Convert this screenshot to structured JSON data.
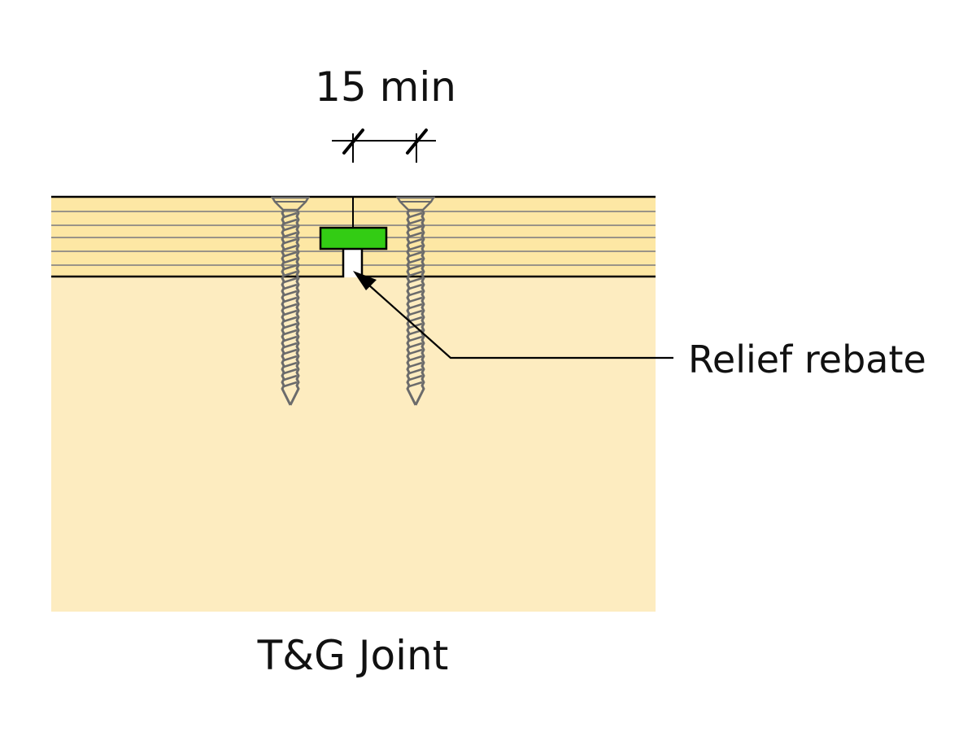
{
  "diagram": {
    "caption": "T&G Joint",
    "dimension": {
      "label": "15 min"
    },
    "callouts": [
      {
        "label": "Relief rebate",
        "target": "relief-rebate"
      }
    ],
    "components": {
      "top_board": {
        "name": "Tongue-and-groove board",
        "grain_lines": 5
      },
      "base": {
        "name": "Substrate"
      },
      "tongue": {
        "name": "Tongue (adhesive/spline)"
      },
      "fixings": [
        {
          "name": "Screw left"
        },
        {
          "name": "Screw right"
        }
      ]
    },
    "colors": {
      "board": "#fde7a4",
      "base": "#fdecc0",
      "grain": "#9a9488",
      "tongue": "#33cc14",
      "outline": "#000000",
      "screw": "#6b6b6b",
      "background": "#ffffff"
    }
  }
}
